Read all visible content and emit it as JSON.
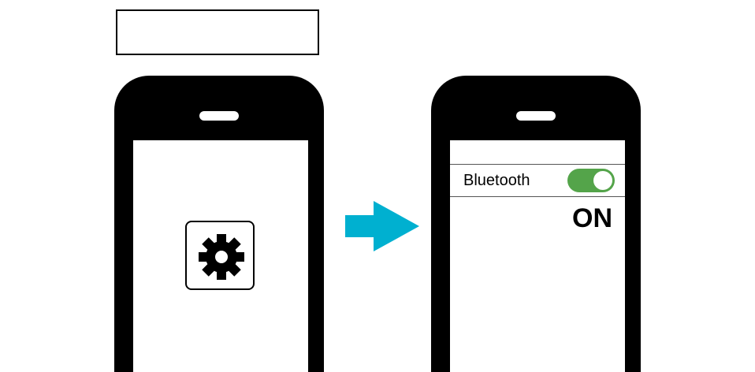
{
  "label_box": {
    "text": ""
  },
  "left_phone": {
    "icon": "gear-icon"
  },
  "arrow": {
    "icon": "right-arrow-icon",
    "color": "#00b0d0"
  },
  "right_phone": {
    "setting_label": "Bluetooth",
    "toggle": {
      "state": "on",
      "color": "#54a44a"
    },
    "status_text": "ON"
  }
}
